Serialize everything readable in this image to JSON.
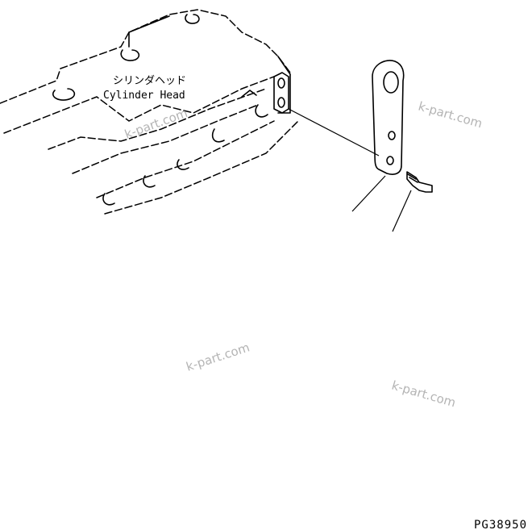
{
  "labels": {
    "part_name_ja": "シリンダヘッド",
    "part_name_en": "Cylinder Head"
  },
  "drawing_code": "PG38950",
  "watermarks": [
    "k-part.com",
    "k-part.com",
    "k-part.com",
    "k-part.com"
  ]
}
